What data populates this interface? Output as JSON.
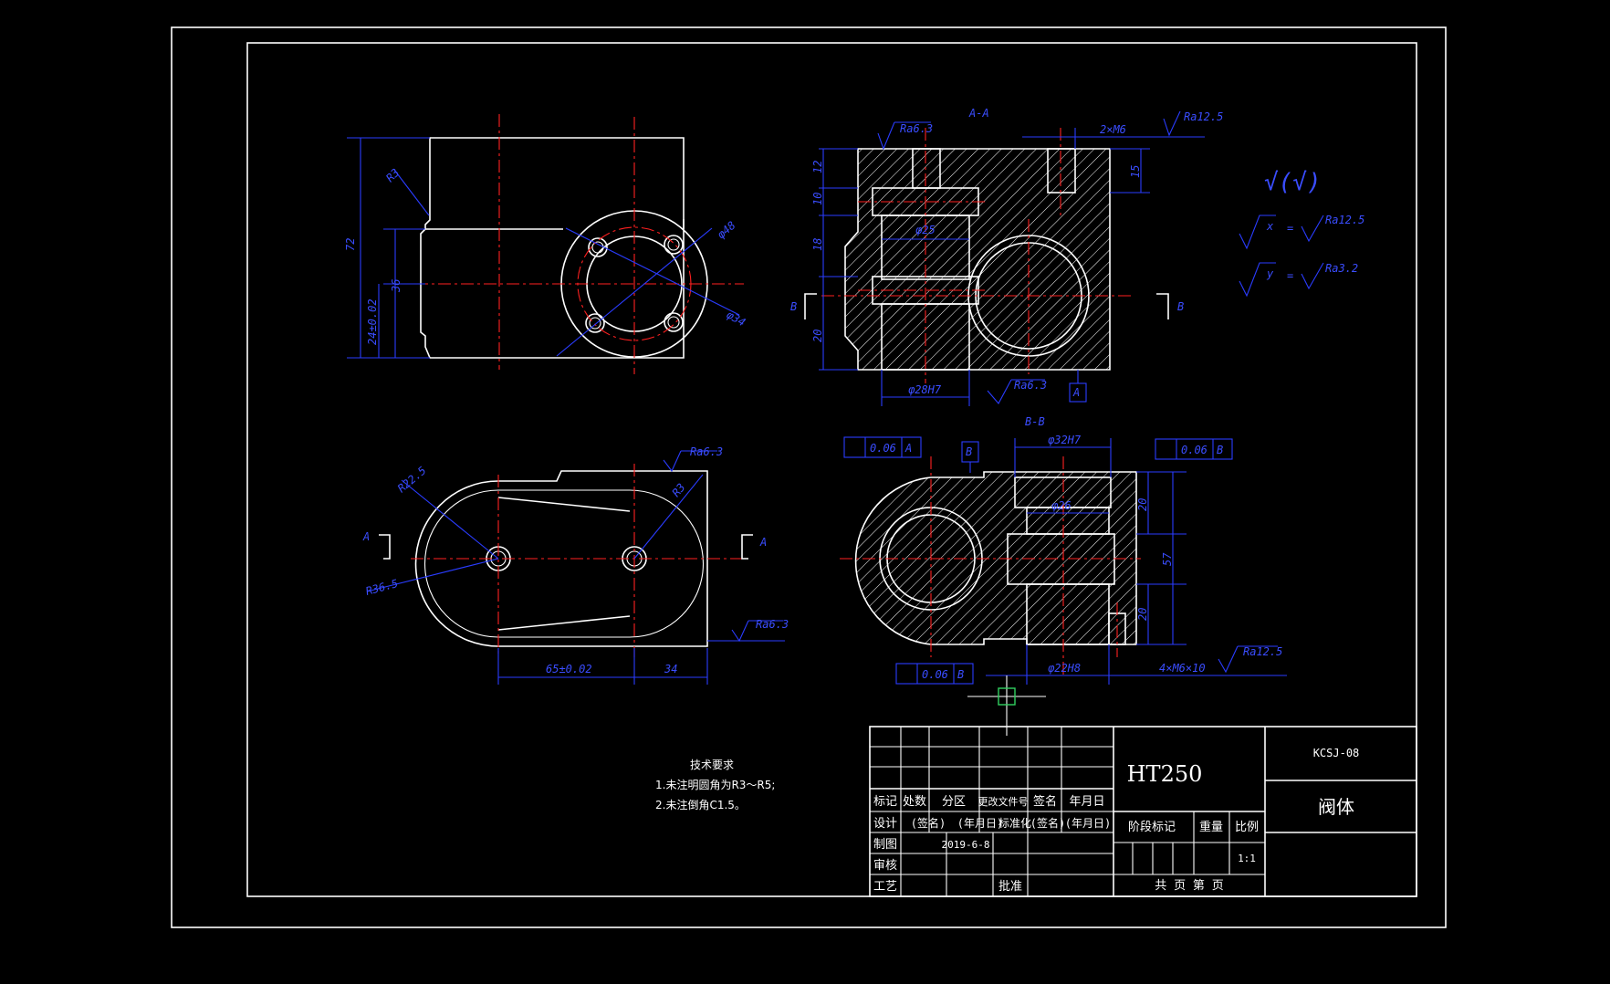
{
  "colors": {
    "background": "#000000",
    "outline": "#ffffff",
    "centerline": "#ff2020",
    "dimension": "#2a3cff"
  },
  "front_view": {
    "dims": {
      "d1": "R3",
      "d2": "72",
      "d3": "36",
      "d4": "24±0.02",
      "d5": "φ48",
      "d6": "φ34"
    }
  },
  "section_aa": {
    "label": "A-A",
    "dims": {
      "c1": "2×M6",
      "c2": "Ra12.5",
      "c3": "Ra6.3",
      "c4": "12",
      "c5": "10",
      "c6": "18",
      "c7": "20",
      "c8": "φ25",
      "c9": "φ28H7",
      "c10": "Ra6.3",
      "c11": "15",
      "c12": "A"
    },
    "cut_left": "B",
    "cut_right": "B"
  },
  "surface_symbols": {
    "s1": "√(√)",
    "s2": "x",
    "s3": "=",
    "s4": "Ra12.5",
    "s5": "y",
    "s6": "=",
    "s7": "Ra3.2"
  },
  "top_view": {
    "dims": {
      "t1": "R22.5",
      "t2": "R3",
      "t3": "R36.5",
      "t4": "Ra6.3",
      "t5": "Ra6.3",
      "t6": "65±0.02",
      "t7": "34"
    },
    "cut_left": "A",
    "cut_right": "A"
  },
  "section_bb": {
    "label": "B-B",
    "dims": {
      "e1": "0.06",
      "e2": "A",
      "e3": "B",
      "e4": "φ32H7",
      "e5": "0.06",
      "e6": "B",
      "e7": "φ26",
      "e8": "20",
      "e9": "57",
      "e10": "20",
      "e11": "0.06",
      "e12": "B",
      "e13": "φ22H8",
      "e14": "4×M6×10",
      "e15": "Ra12.5"
    }
  },
  "tech_req": {
    "title": "技术要求",
    "line1": "1.未注明圆角为R3～R5;",
    "line2": "2.未注倒角C1.5。"
  },
  "title_block": {
    "material": "HT250",
    "drawing_no": "KCSJ-08",
    "part_name": "阀体",
    "h_mark": "标记",
    "h_count": "处数",
    "h_zone": "分区",
    "h_docno": "更改文件号",
    "h_sign": "签名",
    "h_date": "年月日",
    "r_design": "设计",
    "r_design_sign": "(签名)",
    "r_design_date": "(年月日)",
    "r_std": "标准化",
    "r_std_sign": "(签名)",
    "r_std_date": "(年月日)",
    "r_draw": "制图",
    "r_draw_date": "2019-6-8",
    "r_check": "审核",
    "r_process": "工艺",
    "r_approve": "批准",
    "stage_mark": "阶段标记",
    "weight": "重量",
    "scale": "比例",
    "scale_val": "1:1",
    "sheets": "共  页  第 页"
  }
}
